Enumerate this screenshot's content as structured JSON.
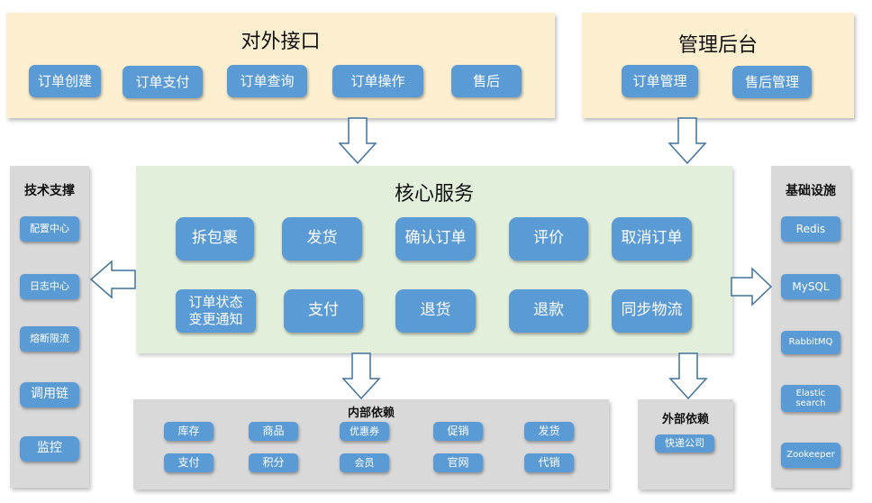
{
  "external_api": {
    "title": "对外接口",
    "items": [
      "订单创建",
      "订单支付",
      "订单查询",
      "订单操作",
      "售后"
    ]
  },
  "admin": {
    "title": "管理后台",
    "items": [
      "订单管理",
      "售后管理"
    ]
  },
  "core": {
    "title": "核心服务",
    "row1": [
      "拆包裹",
      "发货",
      "确认订单",
      "评价",
      "取消订单"
    ],
    "row2": [
      "订单状态\n变更通知",
      "支付",
      "退货",
      "退款",
      "同步物流"
    ]
  },
  "tech_support": {
    "title": "技术支撑",
    "items": [
      "配置中心",
      "日志中心",
      "熔断限流",
      "调用链",
      "监控"
    ]
  },
  "infrastructure": {
    "title": "基础设施",
    "items": [
      "Redis",
      "MySQL",
      "RabbitMQ",
      "Elastic\nsearch",
      "Zookeeper"
    ]
  },
  "internal_deps": {
    "title": "内部依赖",
    "row1": [
      "库存",
      "商品",
      "优惠券",
      "促销",
      "发货"
    ],
    "row2": [
      "支付",
      "积分",
      "会员",
      "官网",
      "代销"
    ]
  },
  "external_deps": {
    "title": "外部依赖",
    "items": [
      "快递公司"
    ]
  },
  "colors": {
    "button": "#5b9bd5",
    "arrow_stroke": "#41719c",
    "api_bg": "#fcefcf",
    "core_bg": "#e2efda",
    "side_bg": "#d9d9d9"
  }
}
